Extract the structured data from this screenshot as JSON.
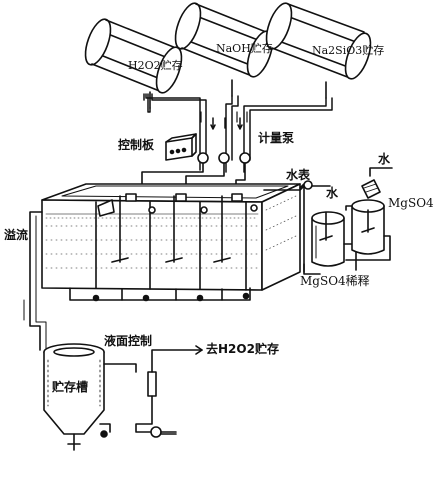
{
  "tanks": {
    "h2o2": "H2O2贮存",
    "naoh": "NaOH贮存",
    "na2sio3": "Na2SiO3贮存"
  },
  "labels": {
    "control_panel": "控制板",
    "metering_pump": "计量泵",
    "water_meter": "水表",
    "water_top": "水",
    "water_mid": "水",
    "mgso4": "MgSO4",
    "mgso4_dilution": "MgSO4稀释",
    "overflow": "溢流",
    "level_control": "液面控制",
    "to_h2o2": "去H2O2贮存",
    "storage_tank": "贮存槽"
  }
}
